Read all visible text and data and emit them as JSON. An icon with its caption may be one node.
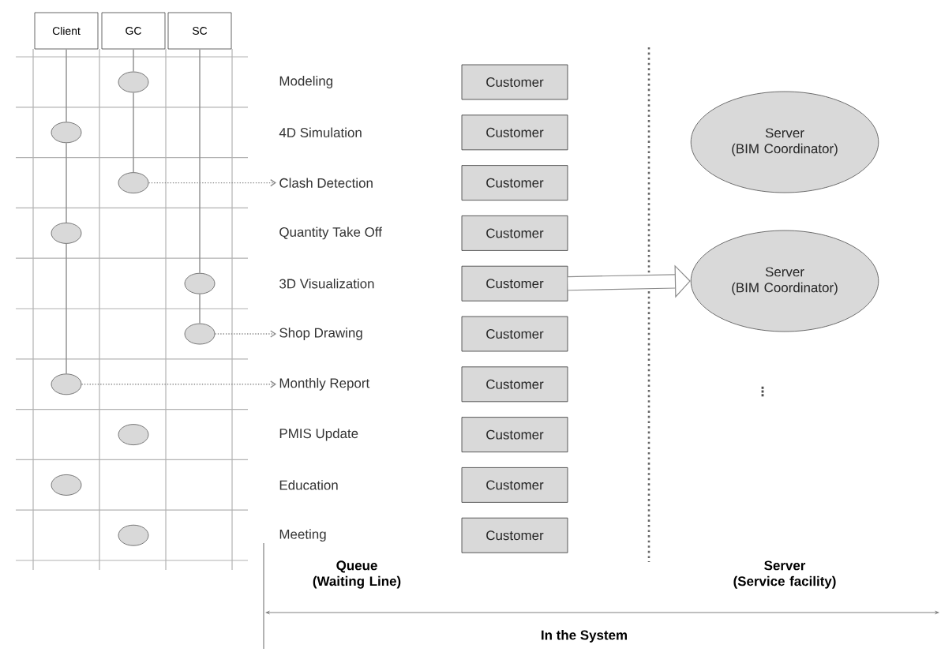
{
  "diagram": {
    "nodes": [
      {
        "text": [
          "Client"
        ]
      },
      {
        "text": [
          "GC"
        ]
      },
      {
        "text": [
          "SC"
        ]
      },
      {
        "text": [],
        "shape": "circle"
      },
      {
        "text": [],
        "shape": "circle"
      },
      {
        "text": [],
        "shape": "circle"
      },
      {
        "text": [],
        "shape": "circle"
      },
      {
        "text": [],
        "shape": "circle"
      },
      {
        "text": [],
        "shape": "circle"
      },
      {
        "text": [],
        "shape": "circle"
      },
      {
        "text": [],
        "shape": "circle"
      },
      {
        "text": [],
        "shape": "circle"
      },
      {
        "text": [],
        "shape": "circle"
      },
      {
        "text": [
          "Modeling"
        ]
      },
      {
        "text": [
          "4D Simulation"
        ]
      },
      {
        "text": [
          "Clash Detection"
        ]
      },
      {
        "text": [
          "Quantity Take Off"
        ]
      },
      {
        "text": [
          "3D Visualization"
        ]
      },
      {
        "text": [
          "Shop Drawing"
        ]
      },
      {
        "text": [
          "Monthly Report"
        ]
      },
      {
        "text": [
          "PMIS Update"
        ]
      },
      {
        "text": [
          "Education"
        ]
      },
      {
        "text": [
          "Meeting"
        ]
      },
      {
        "text": [
          "Customer"
        ]
      },
      {
        "text": [
          "Customer"
        ]
      },
      {
        "text": [
          "Customer"
        ]
      },
      {
        "text": [
          "Customer"
        ]
      },
      {
        "text": [
          "Customer"
        ]
      },
      {
        "text": [
          "Customer"
        ]
      },
      {
        "text": [
          "Customer"
        ]
      },
      {
        "text": [
          "Customer"
        ]
      },
      {
        "text": [
          "Customer"
        ]
      },
      {
        "text": [
          "Customer"
        ]
      },
      {
        "text": [
          "Server (BIM Coordinator)"
        ]
      },
      {
        "text": [
          "Server (BIM Coordinator)"
        ]
      }
    ],
    "edges": [
      {
        "from": 0,
        "to": 4,
        "arrow": "none"
      },
      {
        "from": 4,
        "to": 6,
        "arrow": "none"
      },
      {
        "from": 6,
        "to": 9,
        "arrow": "none"
      },
      {
        "from": 1,
        "to": 3,
        "arrow": "none"
      },
      {
        "from": 3,
        "to": 5,
        "arrow": "none"
      },
      {
        "from": 2,
        "to": 7,
        "arrow": "none"
      },
      {
        "from": 7,
        "to": 8,
        "arrow": "none"
      },
      {
        "from": 5,
        "to": 15,
        "arrow": "to",
        "style": "dashed"
      },
      {
        "from": 8,
        "to": 18,
        "arrow": "to",
        "style": "dashed"
      },
      {
        "from": 9,
        "to": 19,
        "arrow": "to",
        "style": "dashed"
      },
      {
        "from": 27,
        "to": 34,
        "arrow": "to",
        "style": "thick"
      }
    ],
    "labels": [
      "⋮",
      "Queue (Waiting Line)",
      "Server (Service facility)",
      "In the System"
    ]
  }
}
